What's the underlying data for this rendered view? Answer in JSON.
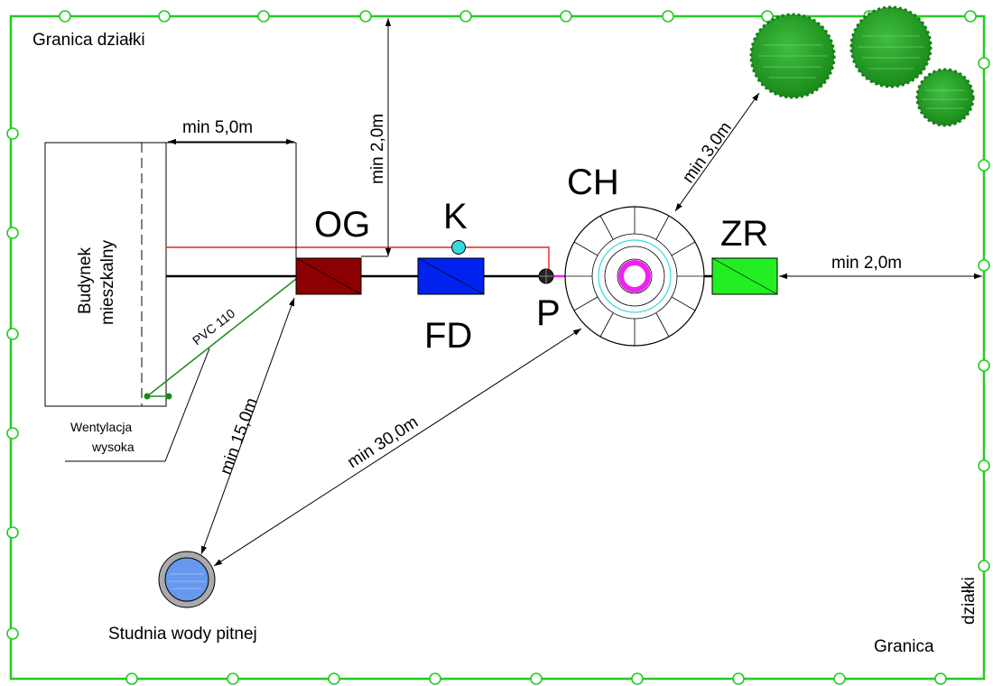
{
  "border": {
    "label_top": "Granica działki",
    "label_bottom_left": "Granica",
    "label_bottom_right": "działki",
    "color": "#22cc22"
  },
  "building": {
    "line1": "Budynek",
    "line2": "mieszkalny"
  },
  "vent": {
    "line1": "Wentylacja",
    "line2": "wysoka"
  },
  "pipe_label": "PVC 110",
  "components": {
    "og": {
      "label": "OG",
      "color": "#8b0000"
    },
    "fd": {
      "label": "FD",
      "color": "#0022ee"
    },
    "k": {
      "label": "K",
      "color": "#33dddd"
    },
    "p": {
      "label": "P"
    },
    "ch": {
      "label": "CH",
      "inner_color": "#ee22ee",
      "ring_color": "#33dddd"
    },
    "zr": {
      "label": "ZR",
      "color": "#22ee22"
    }
  },
  "well": {
    "label": "Studnia wody pitnej",
    "color": "#6699ee"
  },
  "dimensions": {
    "d_building_og": "min 5,0m",
    "d_border_top": "min 2,0m",
    "d_trees": "min 3,0m",
    "d_border_right": "min 2,0m",
    "d_well_og": "min 15,0m",
    "d_well_ch": "min 30,0m"
  },
  "trees": {
    "color": "#229922"
  }
}
